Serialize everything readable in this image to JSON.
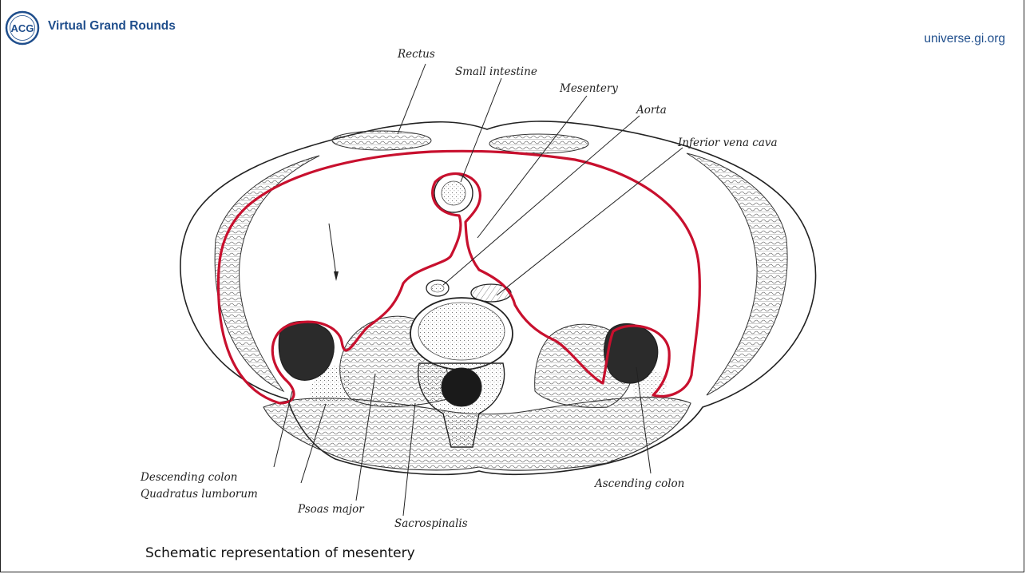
{
  "header": {
    "logo_text": "ACG",
    "title": "Virtual Grand Rounds",
    "url": "universe.gi.org"
  },
  "diagram": {
    "labels": {
      "rectus": "Rectus",
      "small_intestine": "Small intestine",
      "mesentery": "Mesentery",
      "aorta": "Aorta",
      "ivc": "Inferior vena cava",
      "descending_colon": "Descending colon",
      "quadratus_lumborum": "Quadratus lumborum",
      "psoas_major": "Psoas major",
      "sacrospinalis": "Sacrospinalis",
      "ascending_colon": "Ascending colon"
    },
    "colors": {
      "peritoneum": "#c8102e",
      "outline": "#222222",
      "accent": "#1f4e8c"
    }
  },
  "caption": "Schematic representation of mesentery"
}
